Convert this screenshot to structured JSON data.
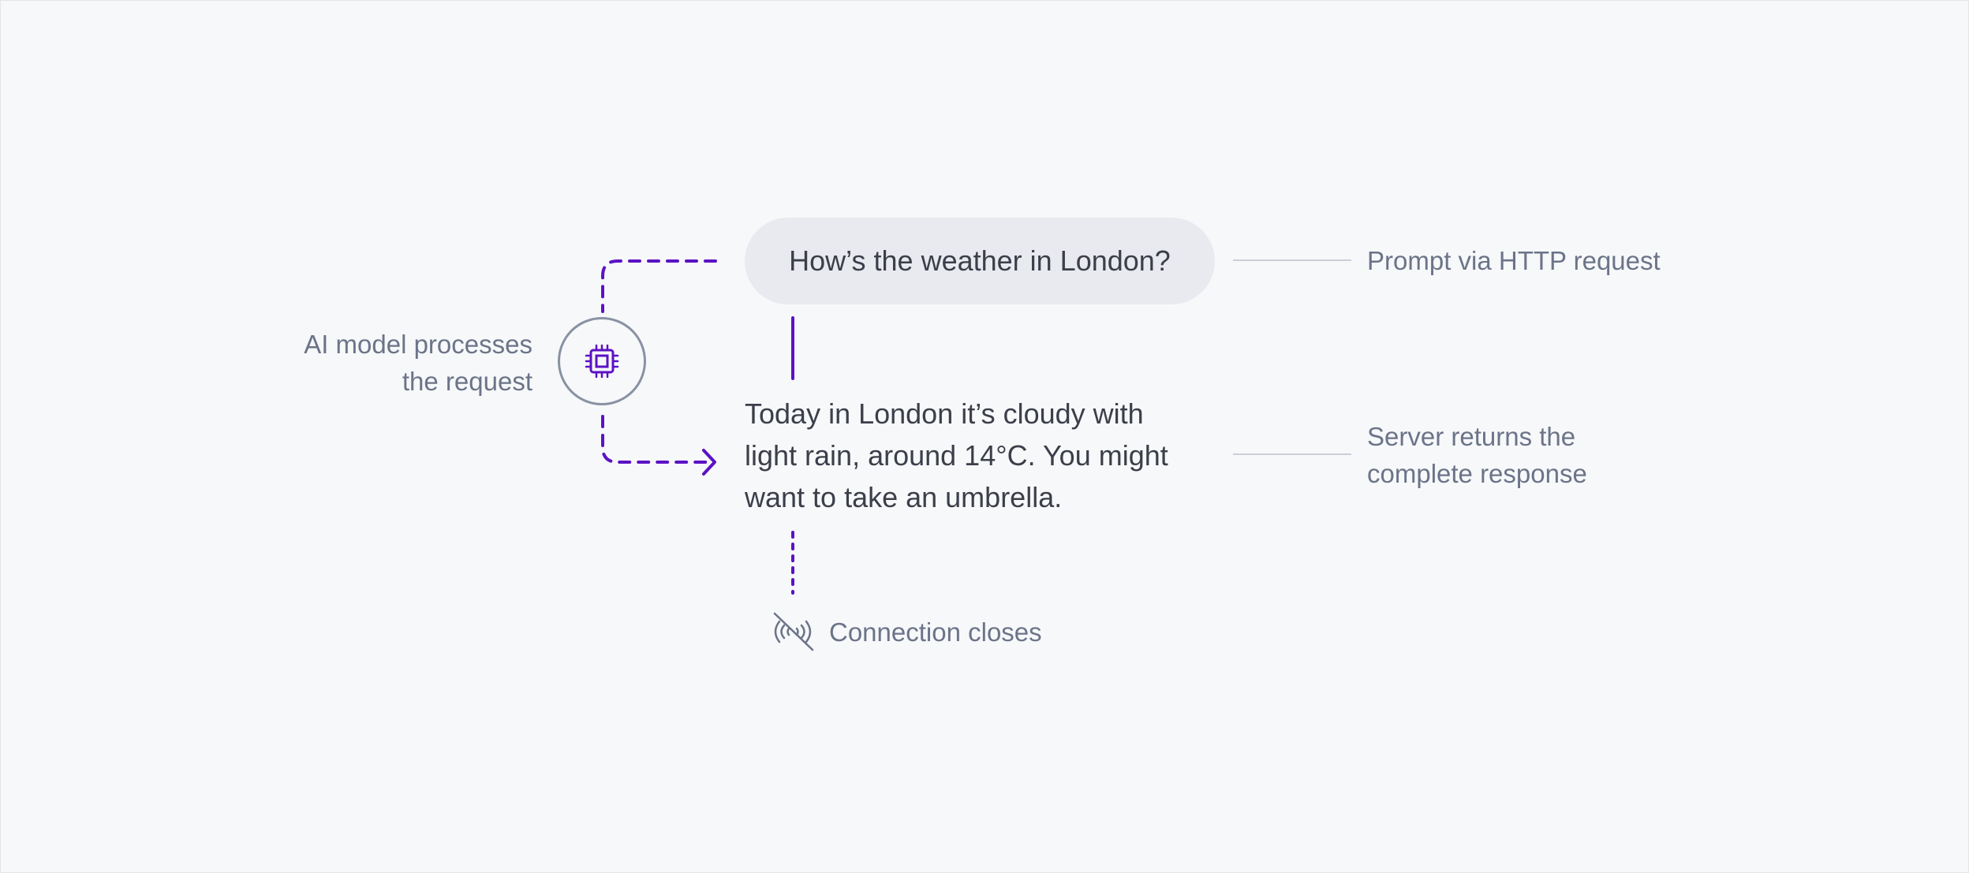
{
  "colors": {
    "accent": "#5b12c4",
    "text": "#3c3f4a",
    "annotation": "#6b7488",
    "bubble": "#e8eaf0",
    "connector": "#c9ced8",
    "background": "#f7f8fa"
  },
  "prompt": {
    "text": "How’s the weather in London?"
  },
  "response": {
    "lines": [
      "Today in London it’s cloudy with",
      "light rain, around 14°C. You might",
      "want to take an umbrella."
    ]
  },
  "annotations": {
    "model": [
      "AI model processes",
      "the request"
    ],
    "prompt": "Prompt via HTTP request",
    "server": [
      "Server returns the",
      "complete response"
    ],
    "connection": "Connection closes"
  },
  "icons": {
    "model": "cpu-chip-icon",
    "connection": "wifi-off-icon"
  }
}
